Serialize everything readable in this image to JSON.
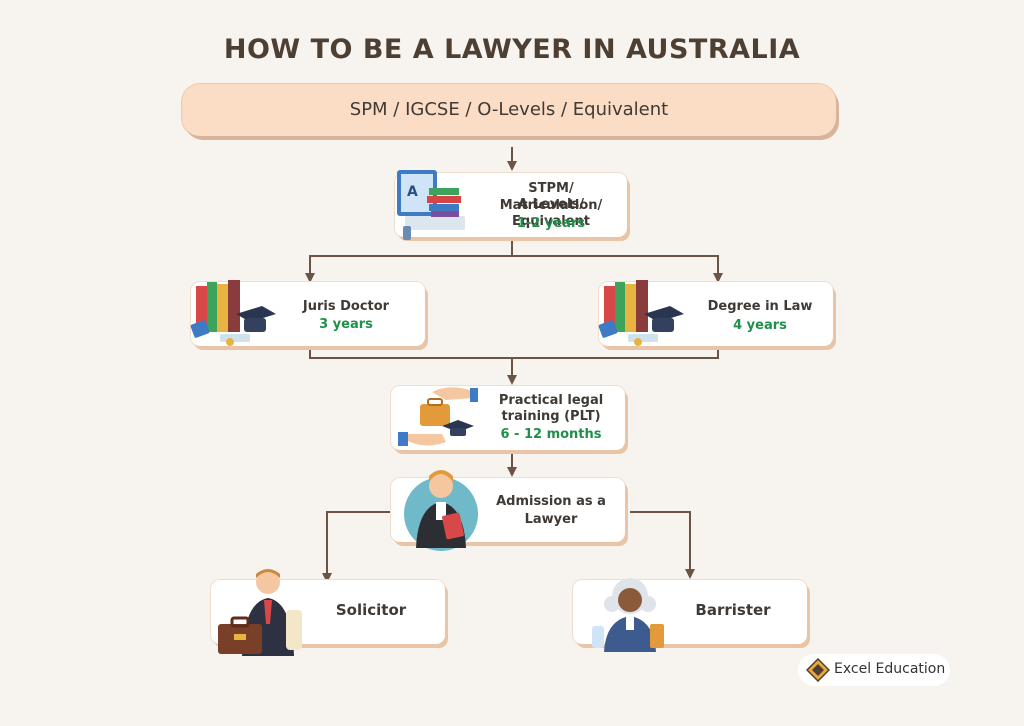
{
  "title": "HOW TO BE A LAWYER IN AUSTRALIA",
  "top": {
    "label": "SPM / IGCSE / O-Levels / Equivalent"
  },
  "nodes": {
    "stpm": {
      "line1": "STPM/ Matriculation/",
      "line2": "A Levels/ Equivalent",
      "duration": "1-2 years",
      "icon": "books-laptop-icon"
    },
    "juris": {
      "label": "Juris Doctor",
      "duration": "3 years",
      "icon": "law-books-icon"
    },
    "degree": {
      "label": "Degree in Law",
      "duration": "4 years",
      "icon": "law-books-icon"
    },
    "plt": {
      "line1": "Practical legal",
      "line2": "training (PLT)",
      "duration": "6 - 12 months",
      "icon": "handshake-briefcase-icon"
    },
    "admission": {
      "line1": "Admission as a",
      "line2": "Lawyer",
      "icon": "lawyer-gown-icon"
    },
    "solicitor": {
      "label": "Solicitor",
      "icon": "solicitor-icon"
    },
    "barrister": {
      "label": "Barrister",
      "icon": "barrister-icon"
    }
  },
  "logo": {
    "text": "Excel Education",
    "icon": "excel-education-logo-icon"
  },
  "colors": {
    "connector": "#6b5444",
    "duration": "#1f8f4a",
    "top_box": "#fbdcc5",
    "shadow": "#e9c4a6"
  }
}
